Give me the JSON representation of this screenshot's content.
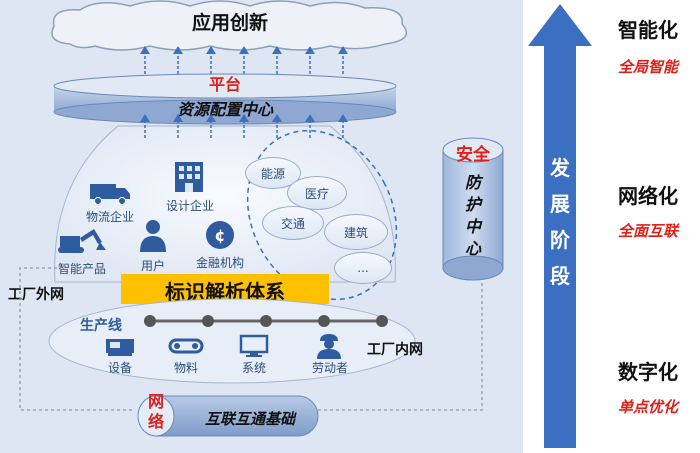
{
  "app_innovation": "应用创新",
  "platform": {
    "title": "平台",
    "subtitle": "资源配置中心"
  },
  "industries": [
    "能源",
    "医疗",
    "交通",
    "建筑",
    "..."
  ],
  "actors": [
    {
      "label": "物流企业",
      "icon": "truck-icon"
    },
    {
      "label": "设计企业",
      "icon": "building-icon"
    },
    {
      "label": "智能产品",
      "icon": "excavator-icon"
    },
    {
      "label": "用户",
      "icon": "user-icon"
    },
    {
      "label": "金融机构",
      "icon": "finance-icon"
    }
  ],
  "identifier_system": "标识解析体系",
  "factory_external": "工厂外网",
  "factory_internal": "工厂内网",
  "production_line": {
    "title": "生产线",
    "items": [
      {
        "label": "设备",
        "icon": "equipment-icon"
      },
      {
        "label": "物料",
        "icon": "material-icon"
      },
      {
        "label": "系统",
        "icon": "monitor-icon"
      },
      {
        "label": "劳动者",
        "icon": "worker-icon"
      }
    ]
  },
  "network": {
    "title": "网络",
    "subtitle": "互联互通基础"
  },
  "security": {
    "title": "安全",
    "subtitle": "防护中心"
  },
  "development": {
    "label": "发展阶段"
  },
  "stages": [
    {
      "title": "智能化",
      "subtitle": "全局智能"
    },
    {
      "title": "网络化",
      "subtitle": "全面互联"
    },
    {
      "title": "数字化",
      "subtitle": "单点优化"
    }
  ],
  "colors": {
    "accent_red": "#e0201a",
    "arrow_blue": "#3a6fc1",
    "label_blue": "#2e4d7a",
    "highlight_yellow": "#ffc000"
  }
}
